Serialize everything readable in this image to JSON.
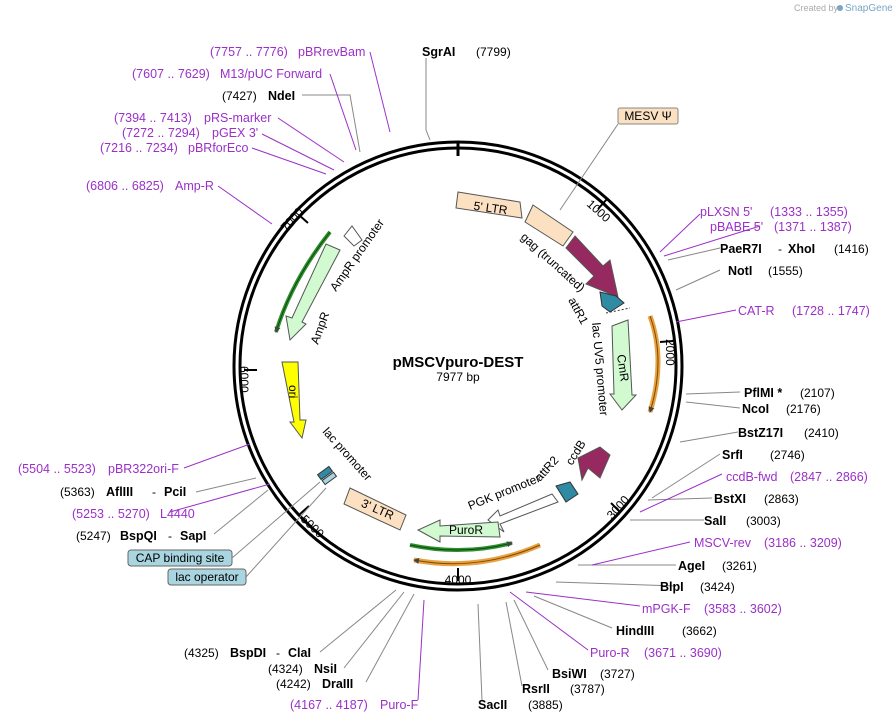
{
  "branding": {
    "created_by": "Created by",
    "app": "SnapGene"
  },
  "plasmid": {
    "name": "pMSCVpuro-DEST",
    "length": "7977 bp"
  },
  "ticks": [
    "1000",
    "2000",
    "3000",
    "4000",
    "5000",
    "6000",
    "7000"
  ],
  "sites": [
    {
      "name": "SgrAI",
      "pos": "(7799)"
    },
    {
      "name": "NdeI",
      "pos": "(7427)"
    },
    {
      "name": "PaeR7I",
      "sep": "-",
      "name2": "XhoI",
      "pos": "(1416)"
    },
    {
      "name": "NotI",
      "pos": "(1555)"
    },
    {
      "name": "PflMI *",
      "pos": "(2107)"
    },
    {
      "name": "NcoI",
      "pos": "(2176)"
    },
    {
      "name": "BstZ17I",
      "pos": "(2410)"
    },
    {
      "name": "SrfI",
      "pos": "(2746)"
    },
    {
      "name": "BstXI",
      "pos": "(2863)"
    },
    {
      "name": "SalI",
      "pos": "(3003)"
    },
    {
      "name": "AgeI",
      "pos": "(3261)"
    },
    {
      "name": "BlpI",
      "pos": "(3424)"
    },
    {
      "name": "HindIII",
      "pos": "(3662)"
    },
    {
      "name": "BsiWI",
      "pos": "(3727)"
    },
    {
      "name": "RsrII",
      "pos": "(3787)"
    },
    {
      "name": "SacII",
      "pos": "(3885)"
    },
    {
      "name": "BspDI",
      "sep": "-",
      "name2": "ClaI",
      "pos": "(4325)"
    },
    {
      "name": "NsiI",
      "pos": "(4324)"
    },
    {
      "name": "DraIII",
      "pos": "(4242)"
    },
    {
      "name": "BspQI",
      "sep": "-",
      "name2": "SapI",
      "pos": "(5247)"
    },
    {
      "name": "AflIII",
      "sep": "-",
      "name2": "PciI",
      "pos": "(5363)"
    }
  ],
  "primers": [
    {
      "name": "pBRrevBam",
      "range": "(7757 .. 7776)"
    },
    {
      "name": "M13/pUC Forward",
      "range": "(7607 .. 7629)"
    },
    {
      "name": "pRS-marker",
      "range": "(7394 .. 7413)"
    },
    {
      "name": "pGEX 3'",
      "range": "(7272 .. 7294)"
    },
    {
      "name": "pBRforEco",
      "range": "(7216 .. 7234)"
    },
    {
      "name": "Amp-R",
      "range": "(6806 .. 6825)"
    },
    {
      "name": "pLXSN 5'",
      "range": "(1333 .. 1355)"
    },
    {
      "name": "pBABE 5'",
      "range": "(1371 .. 1387)"
    },
    {
      "name": "CAT-R",
      "range": "(1728 .. 1747)"
    },
    {
      "name": "ccdB-fwd",
      "range": "(2847 .. 2866)"
    },
    {
      "name": "MSCV-rev",
      "range": "(3186 .. 3209)"
    },
    {
      "name": "mPGK-F",
      "range": "(3583 .. 3602)"
    },
    {
      "name": "Puro-R",
      "range": "(3671 .. 3690)"
    },
    {
      "name": "Puro-F",
      "range": "(4167 .. 4187)"
    },
    {
      "name": "pBR322ori-F",
      "range": "(5504 .. 5523)"
    },
    {
      "name": "L4440",
      "range": "(5253 .. 5270)"
    }
  ],
  "features": {
    "msev": "MESV Ψ",
    "ltr5": "5' LTR",
    "gag": "gag (truncated)",
    "attr1": "attR1",
    "cmr": "CmR",
    "lacuv5": "lac UV5 promoter",
    "ccdb": "ccdB",
    "attr2": "attR2",
    "pgk": "PGK promoter",
    "puror": "PuroR",
    "ltr3": "3' LTR",
    "lacpro": "lac promoter",
    "ori": "ori",
    "ampr": "AmpR",
    "amprpro": "AmpR promoter",
    "cap": "CAP binding site",
    "lacop": "lac operator"
  },
  "colors": {
    "primer": "#9b30c8",
    "ltr": "#fbe0c2",
    "gag": "#962a60",
    "green_feature": "#d1fad1",
    "ori": "#ffff00",
    "teal": "#2e8ba3",
    "orange_arc": "#e8a13e",
    "green_arc": "#2f8f2f",
    "blue_box": "#a8d5e0"
  }
}
